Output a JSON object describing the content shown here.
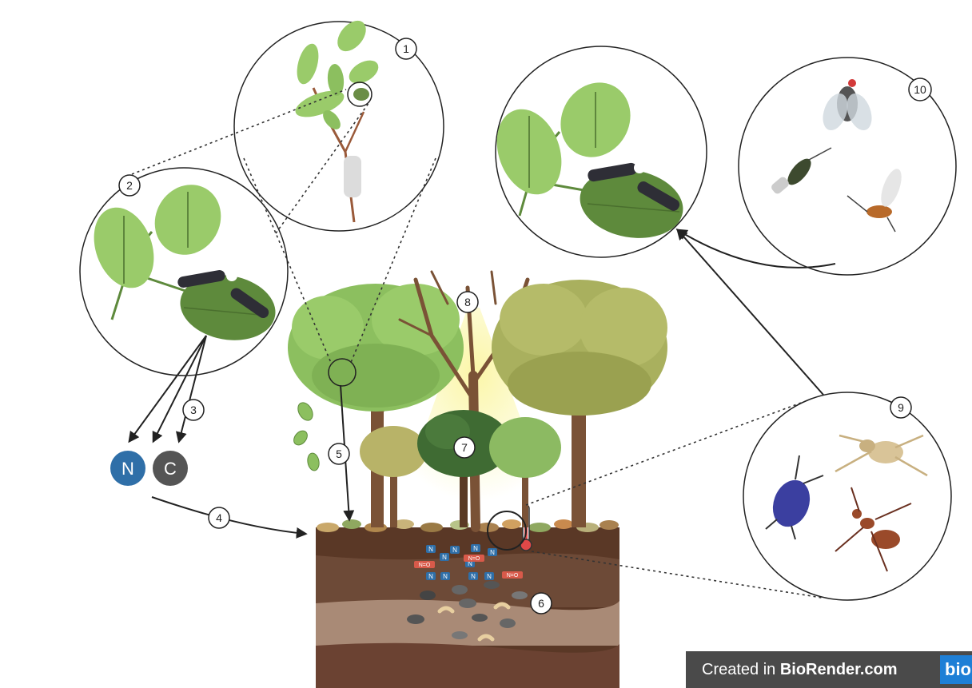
{
  "labels": {
    "n1": "1",
    "n2": "2",
    "n3": "3",
    "n4": "4",
    "n5": "5",
    "n6": "6",
    "n7": "7",
    "n8": "8",
    "n9": "9",
    "n10": "10"
  },
  "elements": {
    "nitrogen": "N",
    "carbon": "C"
  },
  "soil_molecules": {
    "nitrogen": "N",
    "oxide": "N=O"
  },
  "watermark": {
    "prefix": "Created in ",
    "brand": "BioRender.com",
    "logo": "bio"
  },
  "colors": {
    "leaf_light": "#8cbf5f",
    "leaf_dark": "#5e8a3c",
    "tree_brown": "#7a5236",
    "soil_top": "#5a3826",
    "soil_mid": "#7b5a47",
    "soil_light": "#a98a76",
    "nitrogen_blue": "#2f6fa8",
    "carbon_grey": "#555555",
    "sun_yellow": "#f5e97a"
  }
}
